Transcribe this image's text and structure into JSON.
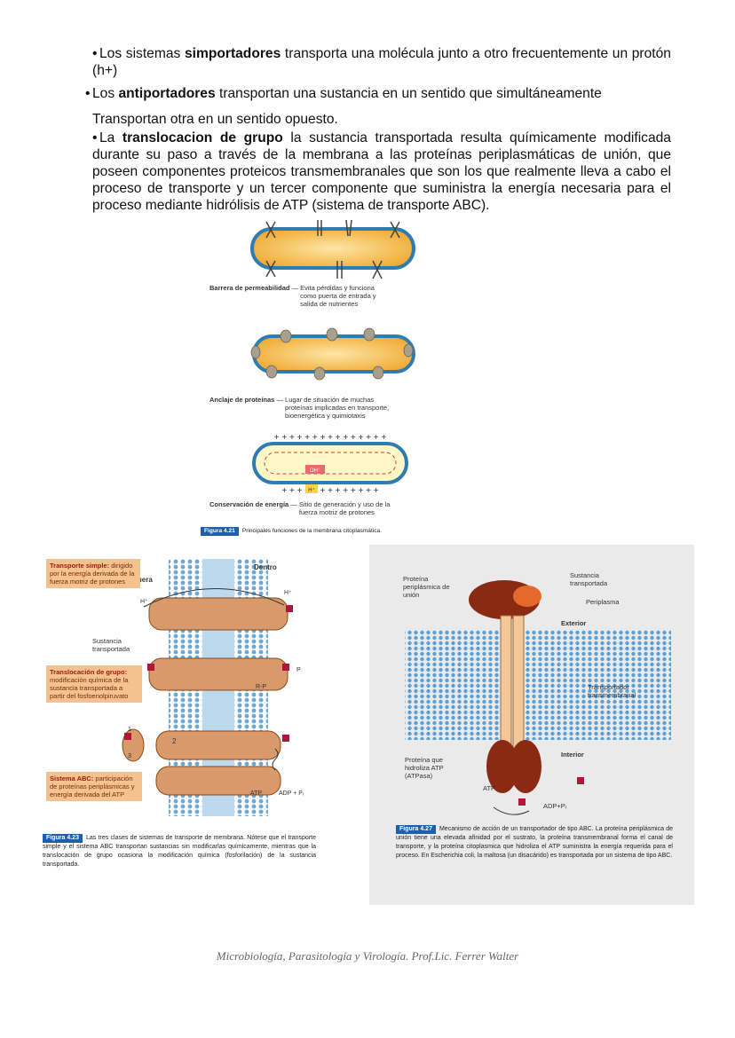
{
  "paragraphs": {
    "p1": {
      "pre": "Los sistemas ",
      "bold": "simportadores",
      "post": " transporta una molécula junto a otro frecuentemente un protón (h+)"
    },
    "p2": {
      "pre": "Los ",
      "bold": "antiportadores",
      "post": " transportan una sustancia en un sentido que simultáneamente"
    },
    "p3": {
      "text": "Transportan otra en un sentido opuesto."
    },
    "p4": {
      "pre": "La ",
      "bold": "translocacion de grupo",
      "post": " la sustancia transportada resulta químicamente modificada durante su paso a través de la membrana a las proteínas periplasmáticas de unión, que poseen componentes proteicos transmembranales que son los que realmente lleva a cabo el proceso de transporte y un tercer componente que suministra la energía necesaria para el proceso mediante hidrólisis de ATP (sistema de transporte ABC)."
    }
  },
  "fig421": {
    "label1_bold": "Barrera de permeabilidad",
    "label1_desc": "Evita pérdidas y funciona como puerta de entrada y salida de nutrientes",
    "label2_bold": "Anclaje de proteínas",
    "label2_desc": "Lugar de situación de muchas proteínas implicadas en transporte, bioenergética y quimiotaxis",
    "label3_bold": "Conservación de energía",
    "label3_desc": "Sitio de generación y uso de la fuerza motriz de protones",
    "oh": "OH⁻",
    "hplus": "H⁺",
    "caption_tag": "Figura 4.21",
    "caption": "Principales funciones de la membrana citoplasmática."
  },
  "fig423": {
    "fuera": "Fuera",
    "dentro": "Dentro",
    "box1_bold": "Transporte simple:",
    "box1_text": "dirigido por la energía derivada de la fuerza motriz de protones",
    "box2_bold": "Translocación de grupo:",
    "box2_text": "modificación química de la sustancia transportada a partir del fosfoenolpiruvato",
    "box3_bold": "Sistema ABC:",
    "box3_text": "participación de proteínas periplásmicas y energía derivada del ATP",
    "sustancia": "Sustancia transportada",
    "h_left": "H⁺",
    "h_right": "H⁺",
    "p_label": "P",
    "rp_label": "R-P",
    "n1": "1",
    "n2": "2",
    "n3": "3",
    "atp": "ATP",
    "adp": "ADP + Pᵢ",
    "caption_tag": "Figura 4.23",
    "caption": "Las tres clases de sistemas de transporte de membrana. Nótese que el transporte simple y el sistema ABC transportan sustancias sin modificarlas químicamente, mientras que la translocación de grupo ocasiona la modificación química (fosforilación) de la sustancia transportada."
  },
  "fig427": {
    "proteina_peri": "Proteína periplásmica de unión",
    "sustancia": "Sustancia transportada",
    "periplasma": "Periplasma",
    "exterior": "Exterior",
    "transportador": "Transportador transmembranal",
    "interior": "Interior",
    "atpasa": "Proteína que hidroliza ATP (ATPasa)",
    "atp": "ATP",
    "adp": "ADP+Pᵢ",
    "caption_tag": "Figura 4.27",
    "caption": "Mecanismo de acción de un transportador de tipo ABC. La proteína periplásmica de unión tiene una elevada afinidad por el sustrato, la proteína transmembranal forma el canal de transporte, y la proteína citoplasmica que hidroliza el ATP suministra la energía requerida para el proceso. En Escherichia coli, la maltosa (un disacárido) es transportada por un sistema de tipo ABC."
  },
  "footer": "Microbiología, Parasitología y Virología. Prof.Lic. Ferrer Walter",
  "colors": {
    "orange": "#f3c28e",
    "blue_tag": "#1f5fa8",
    "membrane": "#2f7db0",
    "cell_fill": "#f5b93b"
  }
}
